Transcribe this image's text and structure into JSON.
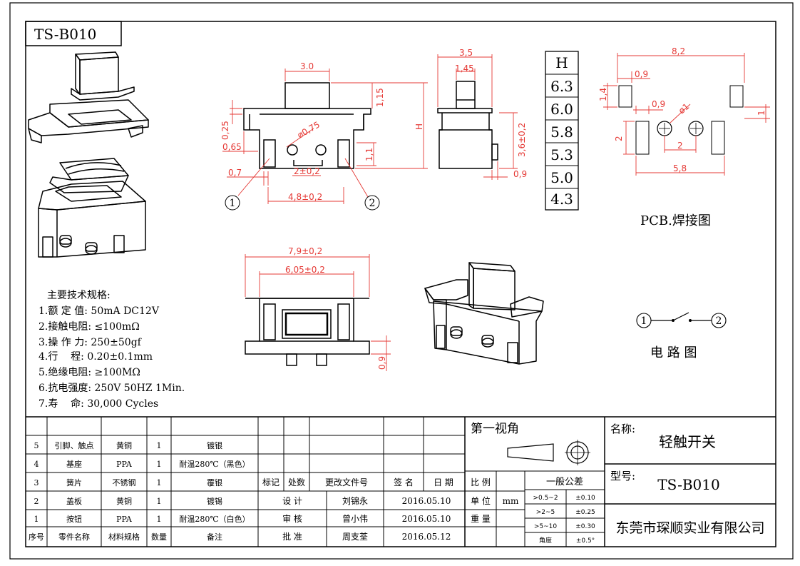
{
  "model_box": "TS-B010",
  "specs": {
    "title": "主要技术规格:",
    "items": [
      "1.额 定 值: 50mA DC12V",
      "2.接触电阻: ≤100mΩ",
      "3.操 作 力: 250±50gf",
      "4.行    程: 0.20±0.1mm",
      "5.绝缘电阻: ≥100MΩ",
      "6.抗电强度: 250V 50HZ 1Min.",
      "7.寿    命: 30,000 Cycles"
    ]
  },
  "front_view": {
    "dim_top": "3.0",
    "dim_1_15": "1,15",
    "dim_H": "H",
    "dim_0_25": "0,25",
    "dim_0_65": "0,65",
    "dim_hole": "ø0,75",
    "dim_1_1": "1,1",
    "dim_0_7": "0,7",
    "dim_2": "2±0,2",
    "dim_4_8": "4,8±0,2",
    "pin1": "1",
    "pin2": "2"
  },
  "side_view": {
    "dim_3_5": "3,5",
    "dim_1_45": "1,45",
    "dim_3_6": "3,6±0,2",
    "dim_0_9": "0,9"
  },
  "h_table": {
    "header": "H",
    "values": [
      "6.3",
      "6.0",
      "5.8",
      "5.3",
      "5.0",
      "4.3"
    ]
  },
  "pcb": {
    "dim_8_2": "8,2",
    "dim_0_9a": "0,9",
    "dim_1_4": "1,4",
    "dim_0_9b": "0,9",
    "dim_phi1": "ø1",
    "dim_1": "1",
    "dim_2v": "2",
    "dim_2h": "2",
    "dim_5_8": "5,8",
    "caption": "PCB.焊接图"
  },
  "bottom_view": {
    "dim_7_9": "7,9±0,2",
    "dim_6_05": "6,05±0,2",
    "dim_0_9": "0,9"
  },
  "circuit": {
    "pin1": "1",
    "pin2": "2",
    "caption": "电 路 图"
  },
  "title_block": {
    "parts": [
      {
        "no": "5",
        "name": "引脚、触点",
        "material": "黄铜",
        "qty": "1",
        "note": "镀银"
      },
      {
        "no": "4",
        "name": "基座",
        "material": "PPA",
        "qty": "1",
        "note": "耐温280℃（黑色）"
      },
      {
        "no": "3",
        "name": "簧片",
        "material": "不锈钢",
        "qty": "1",
        "note": "覆银"
      },
      {
        "no": "2",
        "name": "盖板",
        "material": "黄铜",
        "qty": "1",
        "note": "镀锡"
      },
      {
        "no": "1",
        "name": "按钮",
        "material": "PPA",
        "qty": "1",
        "note": "耐温280℃（白色）"
      }
    ],
    "header": {
      "no": "序号",
      "name": "零件名称",
      "material": "材料规格",
      "qty": "数量",
      "note": "备注"
    },
    "rev": {
      "mark": "标记",
      "count": "处数",
      "doc": "更改文件号",
      "sign": "签 名",
      "date": "日 期"
    },
    "design": {
      "label": "设 计",
      "name": "刘锦永",
      "date": "2016.05.10"
    },
    "review": {
      "label": "审 核",
      "name": "曾小伟",
      "date": "2016.05.10"
    },
    "approve": {
      "label": "批 准",
      "name": "周支荃",
      "date": "2016.05.12"
    },
    "first_angle": "第一视角",
    "scale_label": "比 例",
    "unit_label": "单 位",
    "unit_value": "mm",
    "weight_label": "重 量",
    "tolerance": {
      "title": "一般公差",
      "rows": [
        {
          "range": ">0.5~2",
          "tol": "±0.10"
        },
        {
          "range": ">2~5",
          "tol": "±0.25"
        },
        {
          "range": ">5~10",
          "tol": "±0.30"
        },
        {
          "range": "角度",
          "tol": "±0.5°"
        }
      ]
    },
    "name_label": "名称:",
    "name_value": "轻触开关",
    "model_label": "型号:",
    "model_value": "TS-B010",
    "company": "东莞市琛顺实业有限公司"
  }
}
